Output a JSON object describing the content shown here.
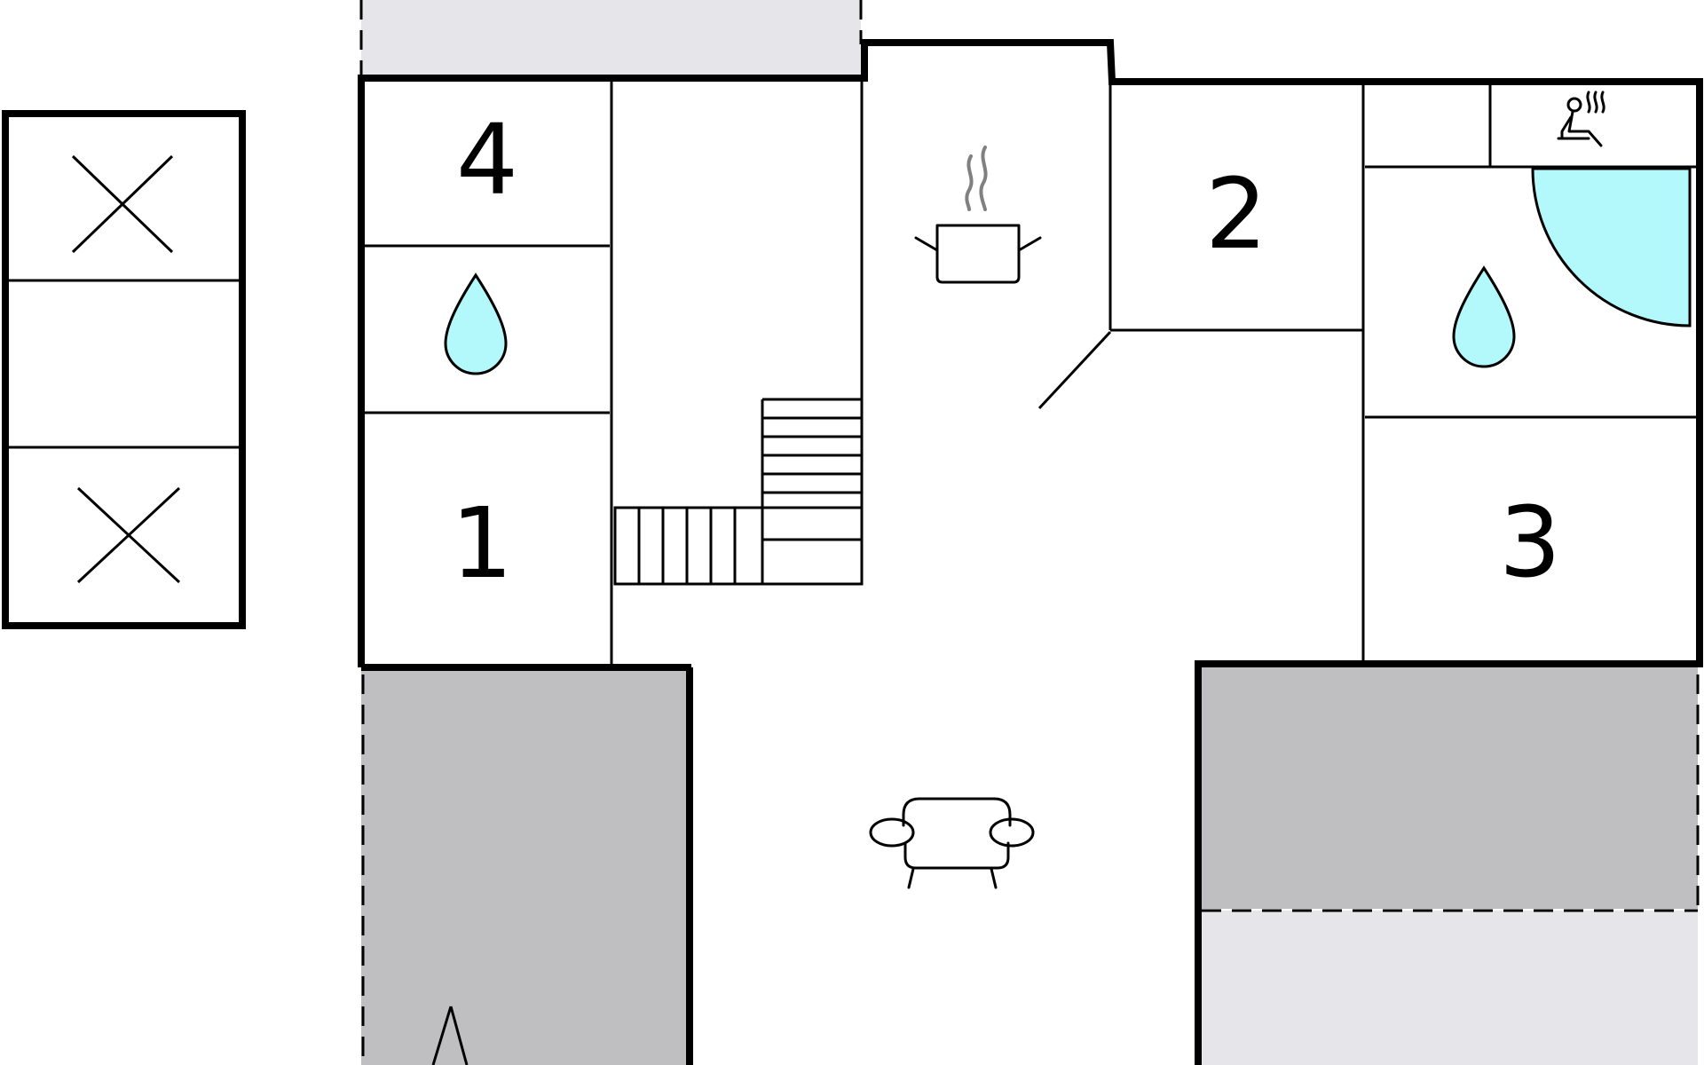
{
  "floorplan": {
    "rooms": [
      {
        "id": "room-4",
        "label": "4"
      },
      {
        "id": "room-2",
        "label": "2"
      },
      {
        "id": "room-1",
        "label": "1"
      },
      {
        "id": "room-3",
        "label": "3"
      }
    ],
    "icons": [
      "water-drop-icon",
      "water-drop-icon",
      "cooking-pot-icon",
      "sofa-icon",
      "sauna-icon",
      "bed-cross-icon",
      "bed-cross-icon",
      "north-arrow-icon"
    ],
    "colors": {
      "wall": "#000000",
      "water": "#b3f8fb",
      "terrace_dark": "#bfbfc1",
      "terrace_light": "#e6e6ea",
      "steam": "#808080"
    }
  }
}
